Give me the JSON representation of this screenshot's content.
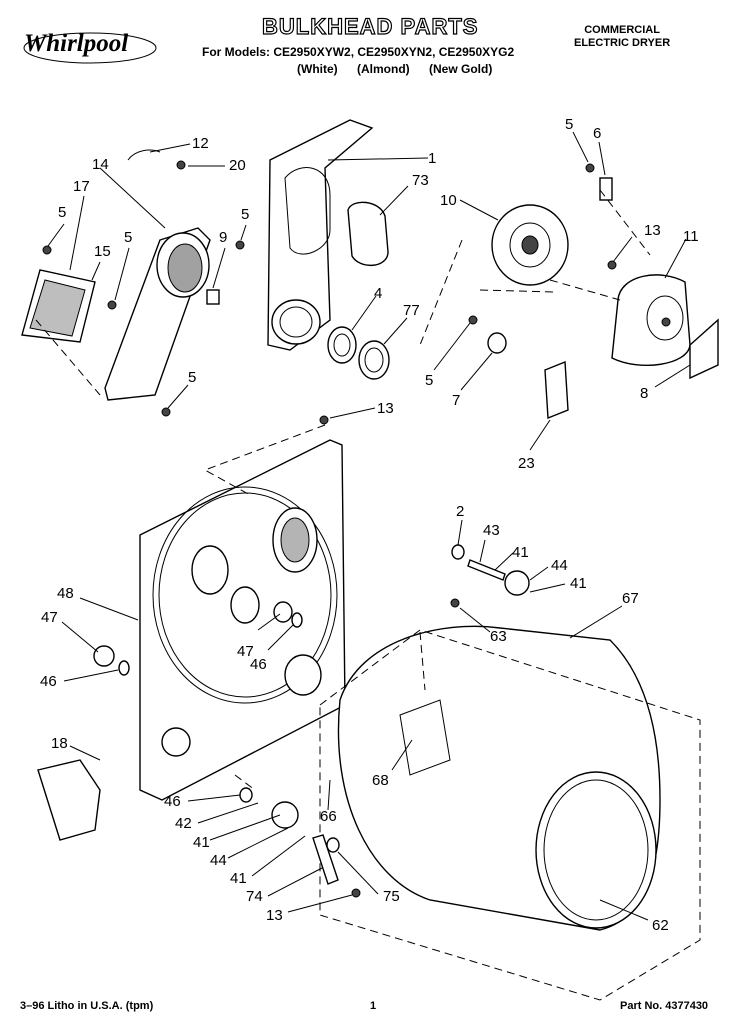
{
  "header": {
    "brand": "Whirlpool",
    "title": "BULKHEAD PARTS",
    "models_line": "For Models: CE2950XYW2, CE2950XYN2, CE2950XYG2",
    "colors": [
      "(White)",
      "(Almond)",
      "(New Gold)"
    ],
    "product_line1": "COMMERCIAL",
    "product_line2": "ELECTRIC DRYER"
  },
  "callouts": [
    "1",
    "73",
    "12",
    "20",
    "14",
    "17",
    "5",
    "5",
    "5",
    "9",
    "15",
    "4",
    "77",
    "5",
    "6",
    "10",
    "13",
    "11",
    "5",
    "7",
    "8",
    "23",
    "13",
    "2",
    "43",
    "41",
    "44",
    "41",
    "48",
    "47",
    "47",
    "46",
    "46",
    "63",
    "67",
    "68",
    "66",
    "18",
    "46",
    "42",
    "41",
    "44",
    "41",
    "74",
    "75",
    "13",
    "62",
    "5"
  ],
  "footer": {
    "left": "3–96 Litho in U.S.A. (tpm)",
    "page": "1",
    "part_no": "Part No. 4377430"
  }
}
